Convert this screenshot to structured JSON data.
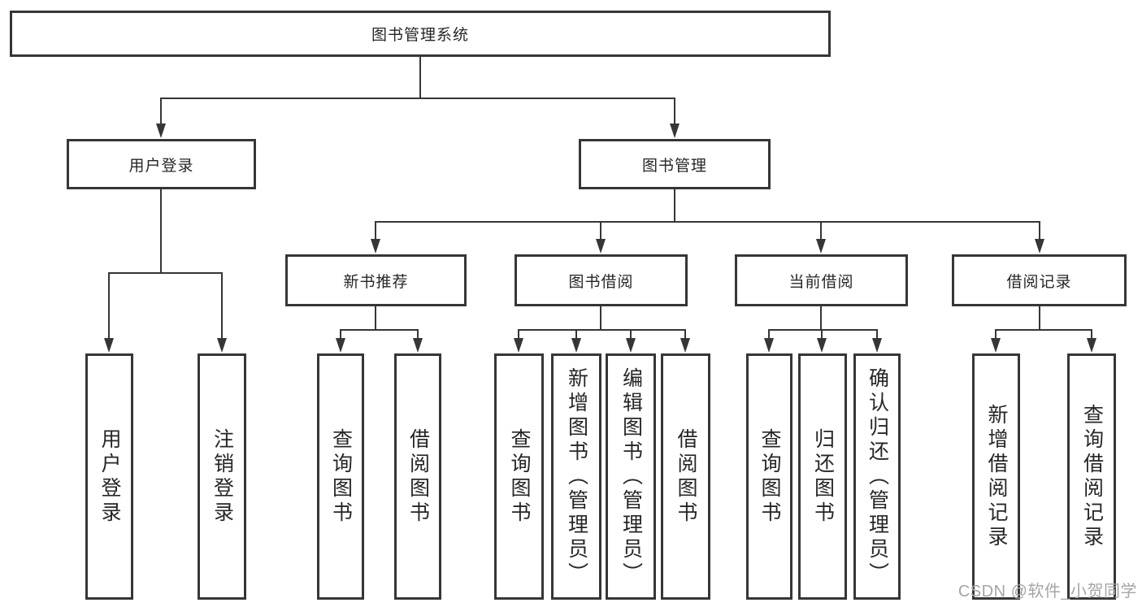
{
  "colors": {
    "line": "#363636",
    "box_border": "#363636",
    "text": "#262626",
    "watermark": "#a5a5a5",
    "background": "#ffffff"
  },
  "tree": {
    "root": "图书管理系统",
    "branches": [
      {
        "label": "用户登录",
        "leaves": [
          "用户登录",
          "注销登录"
        ]
      },
      {
        "label": "图书管理",
        "groups": [
          {
            "label": "新书推荐",
            "leaves": [
              "查询图书",
              "借阅图书"
            ]
          },
          {
            "label": "图书借阅",
            "leaves": [
              "查询图书",
              "新增图书（管理员）",
              "编辑图书（管理员）",
              "借阅图书"
            ]
          },
          {
            "label": "当前借阅",
            "leaves": [
              "查询图书",
              "归还图书",
              "确认归还（管理员）"
            ]
          },
          {
            "label": "借阅记录",
            "leaves": [
              "新增借阅记录",
              "查询借阅记录"
            ]
          }
        ]
      }
    ]
  },
  "watermark": "CSDN @软件_小贺同学"
}
